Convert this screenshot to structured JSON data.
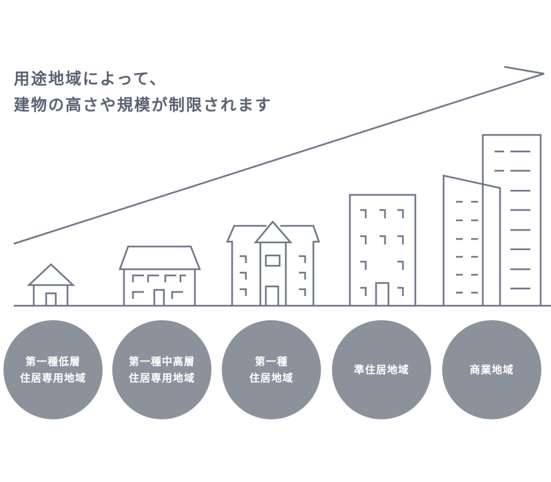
{
  "caption": {
    "line1": "用途地域によって、",
    "line2": "建物の高さや規模が制限されます"
  },
  "zones": [
    {
      "line1": "第一種低層",
      "line2": "住居専用地域"
    },
    {
      "line1": "第一種中高層",
      "line2": "住居専用地域"
    },
    {
      "line1": "第一種",
      "line2": "住居地域"
    },
    {
      "line1": "準住居地域",
      "line2": ""
    },
    {
      "line1": "商業地域",
      "line2": ""
    }
  ],
  "colors": {
    "line": "#707888",
    "circle": "#8c929b",
    "title": "#596273"
  }
}
